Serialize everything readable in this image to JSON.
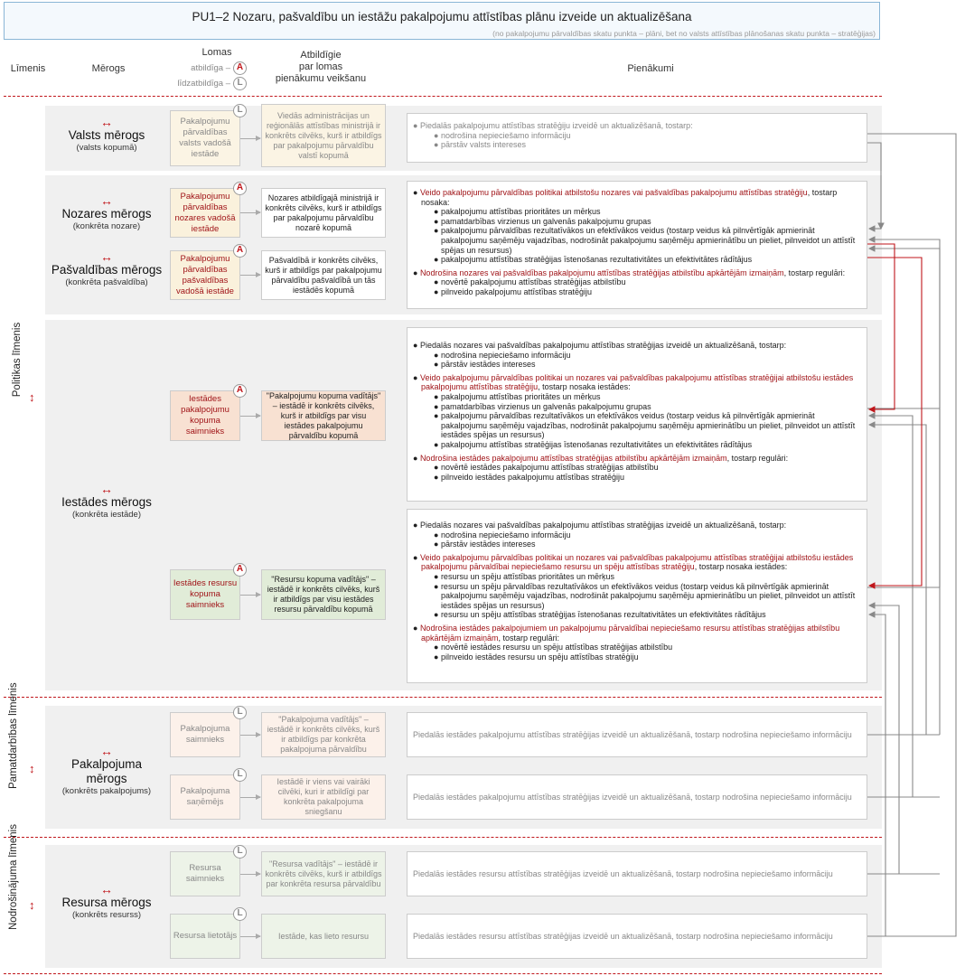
{
  "title": {
    "main": "PU1–2   Nozaru, pašvaldību un iestāžu pakalpojumu attīstības plānu izveide un aktualizēšana",
    "sub": "(no pakalpojumu pārvaldības skatu punkta – plāni, bet no valsts attīstības plānošanas skatu punkta – stratēģijas)"
  },
  "headers": {
    "level": "Līmenis",
    "scope": "Mērogs",
    "roles": "Lomas",
    "roles_a": "atbildīga –",
    "roles_l": "līdzatbildīga –",
    "resp_1": "Atbildīgie",
    "resp_2": "par lomas",
    "resp_3": "pienākumu veikšanu",
    "duties": "Pienākumi"
  },
  "markers": {
    "a": "A",
    "l": "L",
    "scope_arrow": "↔",
    "level_arrow": "↕"
  },
  "colors": {
    "accent_red": "#c0161b",
    "role_yellow": "#faf1dc",
    "role_orange": "#f8e1d2",
    "role_green": "#e1ecd8"
  },
  "levels": {
    "policy": "Politikas līmenis",
    "core": "Pamatdarbības līmenis",
    "support": "Nodrošinājuma līmenis"
  },
  "scopes": {
    "state": {
      "title": "Valsts mērogs",
      "sub": "(valsts kopumā)"
    },
    "sector": {
      "title": "Nozares mērogs",
      "sub": "(konkrēta nozare)"
    },
    "municipal": {
      "title": "Pašvaldības mērogs",
      "sub": "(konkrēta pašvaldība)"
    },
    "institution": {
      "title": "Iestādes mērogs",
      "sub": "(konkrēta iestāde)"
    },
    "service": {
      "title": "Pakalpojuma mērogs",
      "sub": "(konkrēts pakalpojums)"
    },
    "resource": {
      "title": "Resursa mērogs",
      "sub": "(konkrēts resurss)"
    }
  },
  "roles": {
    "state": "Pakalpojumu pārvaldības valsts vadošā iestāde",
    "sector": "Pakalpojumu pārvaldības nozares vadošā iestāde",
    "municipal": "Pakalpojumu pārvaldības pašvaldības vadošā iestāde",
    "inst_service": "Iestādes pakalpojumu kopuma saimnieks",
    "inst_resource": "Iestādes resursu kopuma saimnieks",
    "service_owner": "Pakalpojuma saimnieks",
    "service_recipient": "Pakalpojuma saņēmējs",
    "resource_owner": "Resursa saimnieks",
    "resource_user": "Resursa lietotājs"
  },
  "responsibles": {
    "state": "Viedās administrācijas un reģionālās attīstības ministrijā ir konkrēts cilvēks, kurš ir atbildīgs par pakalpojumu pārvaldību valstī kopumā",
    "sector": "Nozares atbildīgajā ministrijā ir konkrēts cilvēks, kurš ir atbildīgs par pakalpojumu pārvaldību nozarē kopumā",
    "municipal": "Pašvaldībā ir konkrēts cilvēks, kurš ir atbildīgs par pakalpojumu pārvaldību pašvaldībā un tās iestādēs kopumā",
    "inst_service": "\"Pakalpojumu kopuma vadītājs\" – iestādē ir konkrēts cilvēks, kurš ir atbildīgs par visu iestādes pakalpojumu pārvaldību kopumā",
    "inst_resource": "\"Resursu kopuma vadītājs\" – iestādē ir konkrēts cilvēks, kurš ir atbildīgs par visu iestādes resursu pārvaldību kopumā",
    "service_owner": "\"Pakalpojuma vadītājs\" – iestādē ir konkrēts cilvēks, kurš ir atbildīgs par konkrēta pakalpojuma pārvaldību",
    "service_recipient": "Iestādē ir viens vai vairāki cilvēki, kuri ir atbildīgi par konkrēta pakalpojuma sniegšanu",
    "resource_owner": "\"Resursa vadītājs\" – iestādē ir konkrēts cilvēks, kurš ir atbildīgs par konkrēta resursa pārvaldību",
    "resource_user": "Iestāde, kas lieto resursu"
  },
  "duties": {
    "state": {
      "b1": "Piedalās pakalpojumu attīstības stratēģiju izveidē un aktualizēšanā, tostarp:",
      "s1": "nodrošina nepieciešamo informāciju",
      "s2": "pārstāv valsts intereses"
    },
    "sector": {
      "b1_red": "Veido pakalpojumu pārvaldības politikai atbilstošu nozares vai pašvaldības pakalpojumu attīstības stratēģiju",
      "b1_rest": ", tostarp nosaka:",
      "s1": "pakalpojumu attīstības prioritātes un mērķus",
      "s2": "pamatdarbības virzienus un galvenās pakalpojumu grupas",
      "s3": "pakalpojumu pārvaldības rezultatīvākos un efektīvākos veidus (tostarp veidus kā pilnvērtīgāk apmierināt pakalpojumu saņēmēju vajadzības, nodrošināt pakalpojumu saņēmēju apmierinātību un pieliet, pilnveidot un attīstīt spējas un resursus)",
      "s4": "pakalpojumu attīstības stratēģijas īstenošanas rezultativitātes un efektivitātes rādītājus",
      "b2_red": "Nodrošina nozares vai pašvaldības pakalpojumu attīstības stratēģijas atbilstību apkārtējām izmaiņām",
      "b2_rest": ", tostarp regulāri:",
      "s5": "novērtē pakalpojumu attīstības stratēģijas atbilstību",
      "s6": "pilnveido pakalpojumu attīstības stratēģiju"
    },
    "inst_service": {
      "b1": "Piedalās nozares vai pašvaldības pakalpojumu attīstības stratēģijas izveidē un aktualizēšanā, tostarp:",
      "s1": "nodrošina nepieciešamo informāciju",
      "s2": "pārstāv iestādes intereses",
      "b2_red": "Veido pakalpojumu pārvaldības politikai un nozares vai pašvaldības pakalpojumu attīstības stratēģijai atbilstošu iestādes pakalpojumu attīstības stratēģiju",
      "b2_rest": ", tostarp nosaka iestādes:",
      "s3": "pakalpojumu attīstības prioritātes un mērķus",
      "s4": "pamatdarbības virzienus un galvenās pakalpojumu grupas",
      "s5": "pakalpojumu pārvaldības rezultatīvākos un efektīvākos veidus (tostarp veidus kā pilnvērtīgāk apmierināt pakalpojumu saņēmēju vajadzības, nodrošināt pakalpojumu saņēmēju apmierinātību un pieliet, pilnveidot un attīstīt iestādes spējas un resursus)",
      "s6": "pakalpojumu attīstības stratēģijas īstenošanas rezultativitātes un efektivitātes rādītājus",
      "b3_red": "Nodrošina iestādes pakalpojumu attīstības stratēģijas atbilstību apkārtējām izmaiņām",
      "b3_rest": ", tostarp regulāri:",
      "s7": "novērtē iestādes pakalpojumu attīstības stratēģijas atbilstību",
      "s8": "pilnveido iestādes pakalpojumu attīstības stratēģiju"
    },
    "inst_resource": {
      "b1": "Piedalās nozares vai pašvaldības pakalpojumu attīstības stratēģijas izveidē un aktualizēšanā, tostarp:",
      "s1": "nodrošina nepieciešamo informāciju",
      "s2": "pārstāv iestādes intereses",
      "b2_red": "Veido pakalpojumu pārvaldības politikai un nozares vai pašvaldības pakalpojumu attīstības stratēģijai atbilstošu iestādes pakalpojumu pārvaldībai nepieciešamo resursu un spēju attīstības stratēģiju",
      "b2_rest": ", tostarp nosaka iestādes:",
      "s3": "resursu un spēju attīstības prioritātes un mērķus",
      "s4": "resursu un spēju pārvaldības rezultatīvākos un efektīvākos veidus (tostarp veidus kā pilnvērtīgāk apmierināt pakalpojumu saņēmēju vajadzības, nodrošināt pakalpojumu saņēmēju apmierinātību un pieliet, pilnveidot un attīstīt iestādes spējas un resursus)",
      "s5": "resursu un spēju attīstības stratēģijas īstenošanas rezultativitātes un efektivitātes rādītājus",
      "b3_red": "Nodrošina iestādes pakalpojumiem un pakalpojumu pārvaldībai nepieciešamo resursu attīstības stratēģijas atbilstību apkārtējām izmaiņām",
      "b3_rest": ", tostarp regulāri:",
      "s6": "novērtē iestādes resursu un spēju attīstības stratēģijas atbilstību",
      "s7": "pilnveido iestādes resursu un spēju attīstības stratēģiju"
    },
    "service_owner": "Piedalās iestādes pakalpojumu attīstības stratēģijas izveidē un aktualizēšanā, tostarp nodrošina nepieciešamo informāciju",
    "service_recipient": "Piedalās iestādes pakalpojumu attīstības stratēģijas izveidē un aktualizēšanā, tostarp nodrošina nepieciešamo informāciju",
    "resource_owner": "Piedalās iestādes resursu attīstības stratēģijas izveidē un aktualizēšanā, tostarp nodrošina nepieciešamo informāciju",
    "resource_user": "Piedalās iestādes resursu attīstības stratēģijas izveidē un aktualizēšanā, tostarp nodrošina nepieciešamo informāciju"
  }
}
